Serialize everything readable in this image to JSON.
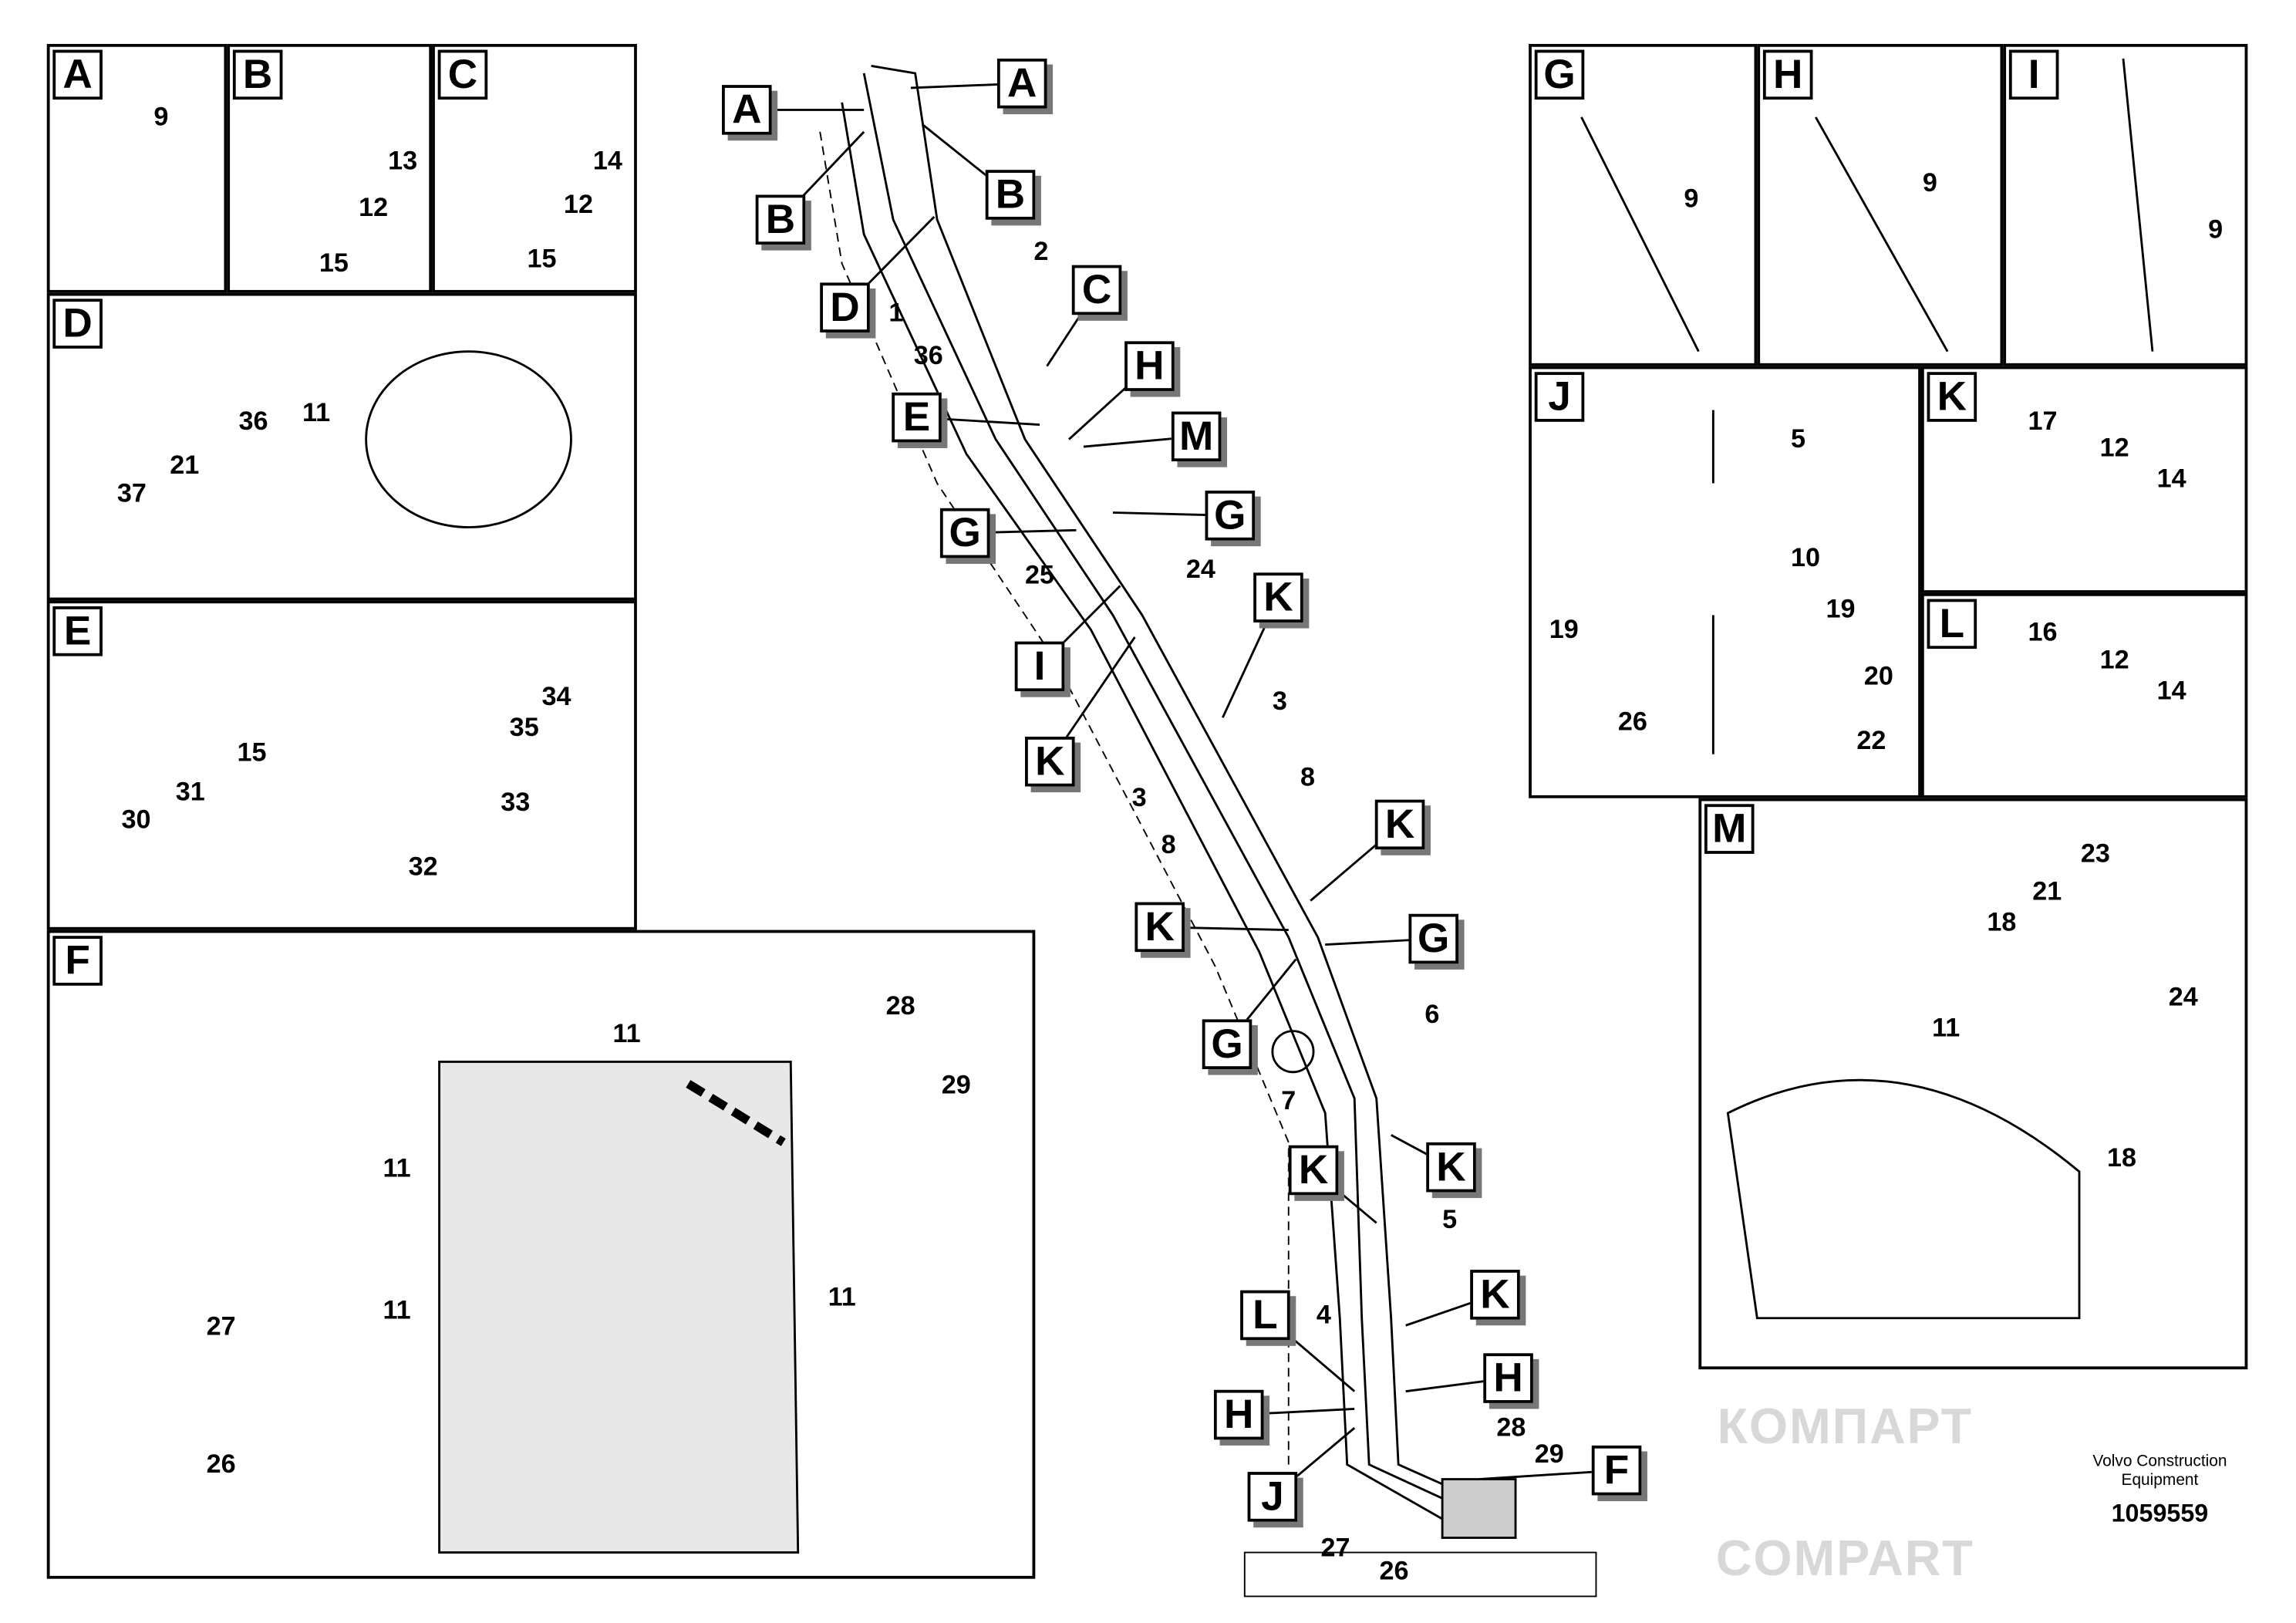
{
  "watermarks": [
    "КОМПАРТ",
    "COMPART"
  ],
  "panels": [
    {
      "label": "A",
      "parts": [
        "9"
      ]
    },
    {
      "label": "B",
      "parts": [
        "13",
        "12",
        "15"
      ]
    },
    {
      "label": "C",
      "parts": [
        "14",
        "12",
        "15"
      ]
    },
    {
      "label": "D",
      "parts": [
        "36",
        "11",
        "21",
        "37"
      ]
    },
    {
      "label": "E",
      "parts": [
        "34",
        "35",
        "15",
        "33",
        "31",
        "30",
        "32"
      ]
    },
    {
      "label": "F",
      "parts": [
        "28",
        "11",
        "29",
        "11",
        "11",
        "27",
        "11",
        "26"
      ]
    },
    {
      "label": "G",
      "parts": [
        "9"
      ]
    },
    {
      "label": "H",
      "parts": [
        "9"
      ]
    },
    {
      "label": "I",
      "parts": [
        "9"
      ]
    },
    {
      "label": "J",
      "parts": [
        "5",
        "10",
        "19",
        "19",
        "20",
        "26",
        "22"
      ]
    },
    {
      "label": "K",
      "parts": [
        "17",
        "12",
        "14"
      ]
    },
    {
      "label": "L",
      "parts": [
        "16",
        "12",
        "14"
      ]
    },
    {
      "label": "M",
      "parts": [
        "23",
        "21",
        "18",
        "24",
        "11",
        "18"
      ]
    }
  ],
  "main": {
    "callouts": [
      "A",
      "A",
      "B",
      "B",
      "D",
      "C",
      "E",
      "H",
      "M",
      "G",
      "G",
      "I",
      "K",
      "K",
      "K",
      "K",
      "G",
      "G",
      "K",
      "K",
      "K",
      "L",
      "H",
      "H",
      "J",
      "F"
    ],
    "parts": [
      "2",
      "1",
      "36",
      "25",
      "24",
      "3",
      "3",
      "8",
      "8",
      "6",
      "7",
      "5",
      "4",
      "28",
      "29",
      "27",
      "26"
    ]
  },
  "footer": {
    "brand": "Volvo Construction Equipment",
    "drawing_number": "1059559"
  }
}
